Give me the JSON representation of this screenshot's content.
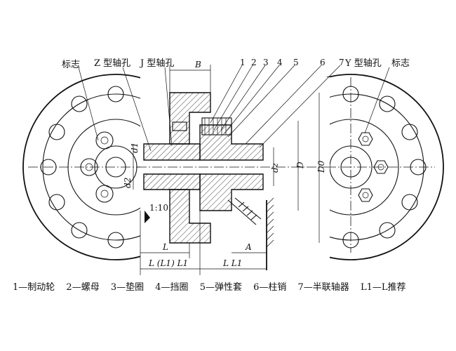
{
  "callouts": {
    "biaozhi_left": "标志",
    "z_hole": "Z 型轴孔",
    "j_hole": "J 型轴孔",
    "b": "B",
    "n1": "1",
    "n2": "2",
    "n3": "3",
    "n4": "4",
    "n5": "5",
    "n6": "6",
    "n7": "7",
    "y_hole": "Y 型轴孔",
    "biaozhi_right": "标志"
  },
  "dims": {
    "d1": "d1",
    "d2": "d2",
    "dz": "dz",
    "D": "D",
    "D0": "D0",
    "taper": "1:10",
    "L": "L",
    "A": "A",
    "L_left": "L (L1) L1",
    "L_right": "L L1"
  },
  "legend": [
    "1—制动轮",
    "2—螺母",
    "3—垫圈",
    "4—挡圈",
    "5—弹性套",
    "6—柱销",
    "7—半联轴器",
    "L1—L推荐"
  ],
  "icons": {
    "left_flange": "flange-end-view-icon",
    "right_flange": "flange-end-view-icon"
  }
}
